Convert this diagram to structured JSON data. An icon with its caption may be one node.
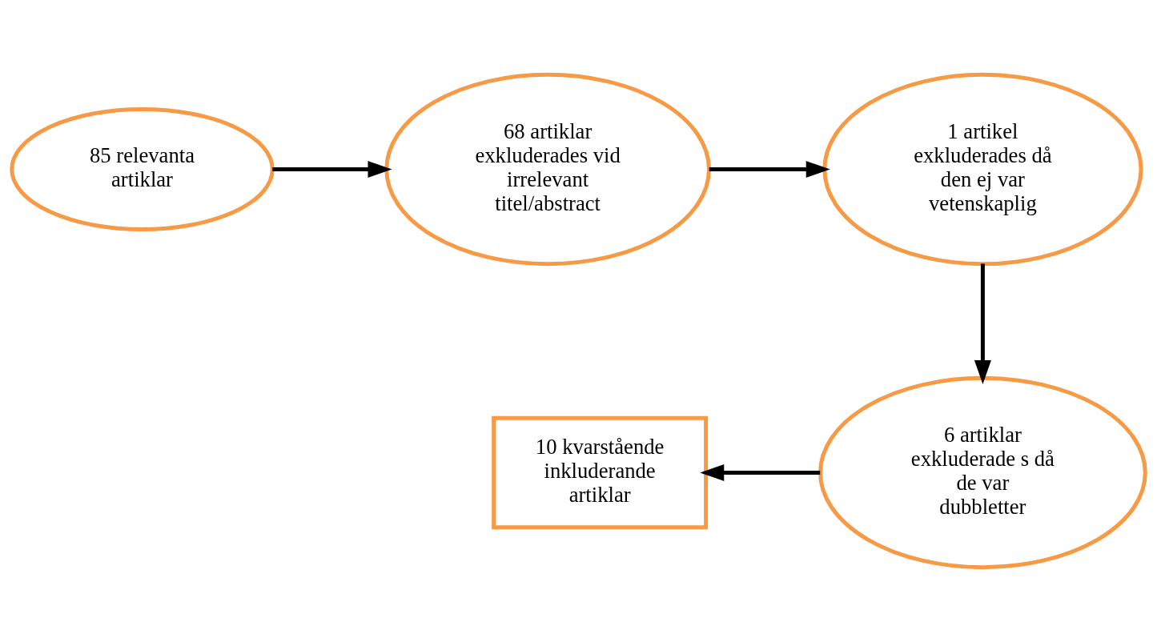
{
  "diagram": {
    "nodes": [
      {
        "text": [
          "85 relevanta artiklar"
        ]
      },
      {
        "text": [
          "68 artiklar exkluderades vid irrelevant titel/abstract"
        ]
      },
      {
        "text": [
          "1 artikel exkluderades då den ej var vetenskaplig"
        ]
      },
      {
        "text": [
          "6 artiklar exkluderade s då de var dubbletter"
        ]
      },
      {
        "text": [
          "10 kvarstående inkluderande artiklar"
        ]
      }
    ],
    "edges": [
      {
        "from": 0,
        "to": 1,
        "arrow": "to"
      },
      {
        "from": 1,
        "to": 2,
        "arrow": "to"
      },
      {
        "from": 2,
        "to": 3,
        "arrow": "to"
      },
      {
        "from": 3,
        "to": 4,
        "arrow": "to"
      }
    ]
  }
}
